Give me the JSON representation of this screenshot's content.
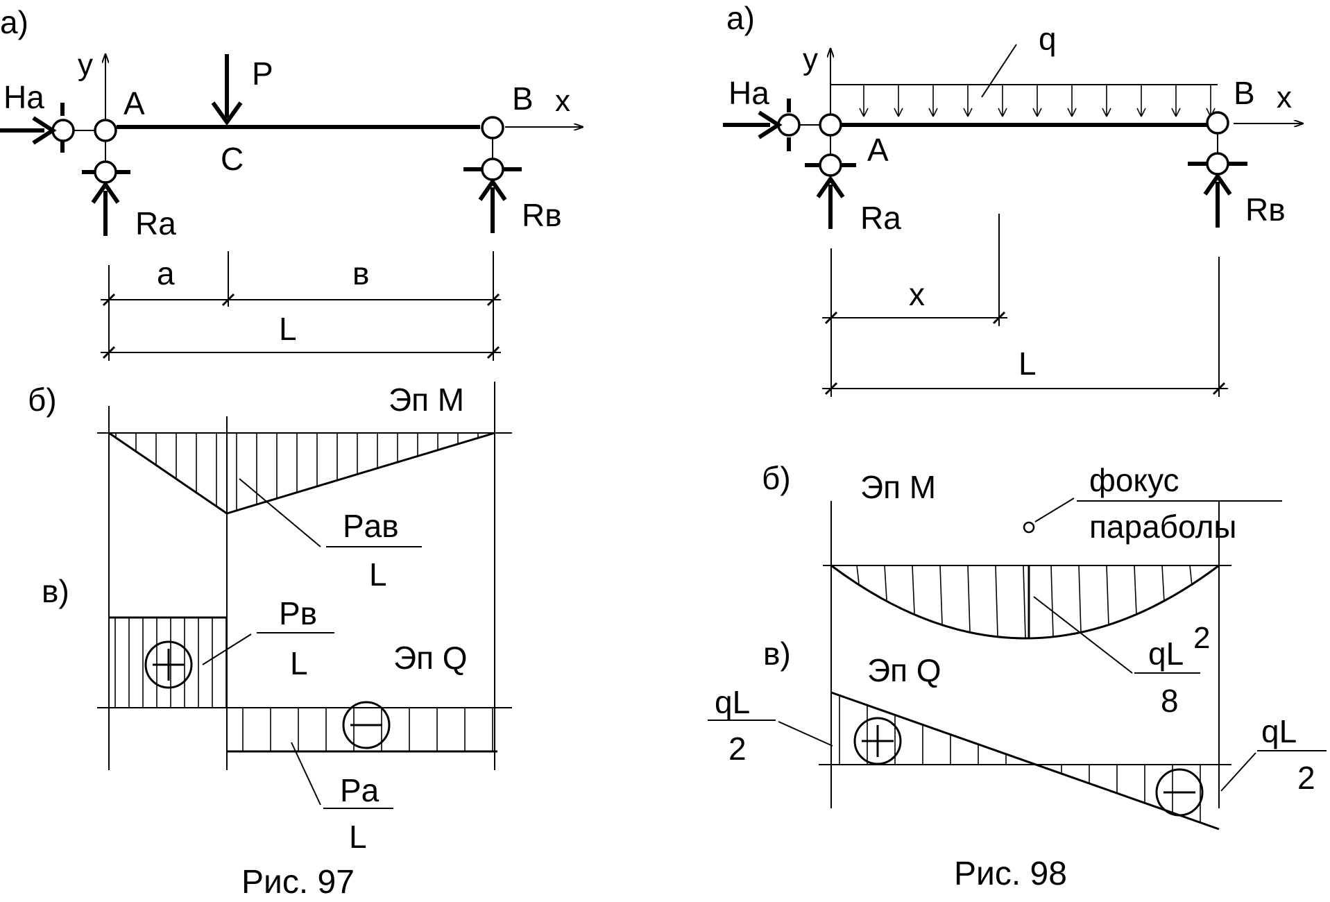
{
  "colors": {
    "ink": "#000000",
    "background": "#ffffff"
  },
  "fig97": {
    "label_a": "а)",
    "label_b": "б)",
    "label_v": "в)",
    "force_Ha": "Ha",
    "axis_y": "y",
    "point_A": "A",
    "force_P": "P",
    "point_C": "C",
    "point_B": "B",
    "axis_x": "x",
    "reaction_Ra": "Ra",
    "reaction_Rb": "Rв",
    "dim_a": "a",
    "dim_b": "в",
    "dim_L": "L",
    "moment_title": "Эп M",
    "moment_num": "Paв",
    "moment_den": "L",
    "shear_title": "Эп Q",
    "shear_pos_num": "Pв",
    "shear_pos_den": "L",
    "shear_neg_num": "Pa",
    "shear_neg_den": "L",
    "caption": "Рис. 97"
  },
  "fig98": {
    "label_a": "а)",
    "label_b": "б)",
    "label_v": "в)",
    "force_Ha": "Ha",
    "axis_y": "y",
    "load_q": "q",
    "point_B": "B",
    "axis_x": "x",
    "point_A": "A",
    "reaction_Ra": "Ra",
    "reaction_Rb": "Rв",
    "dim_x": "x",
    "dim_L": "L",
    "moment_title": "Эп M",
    "focus_line1": "фокус",
    "focus_line2": "параболы",
    "moment_num": "qL",
    "moment_exp": "2",
    "moment_den": "8",
    "shear_title": "Эп Q",
    "shear_left_num": "qL",
    "shear_left_den": "2",
    "shear_right_num": "qL",
    "shear_right_den": "2",
    "caption": "Рис. 98"
  }
}
